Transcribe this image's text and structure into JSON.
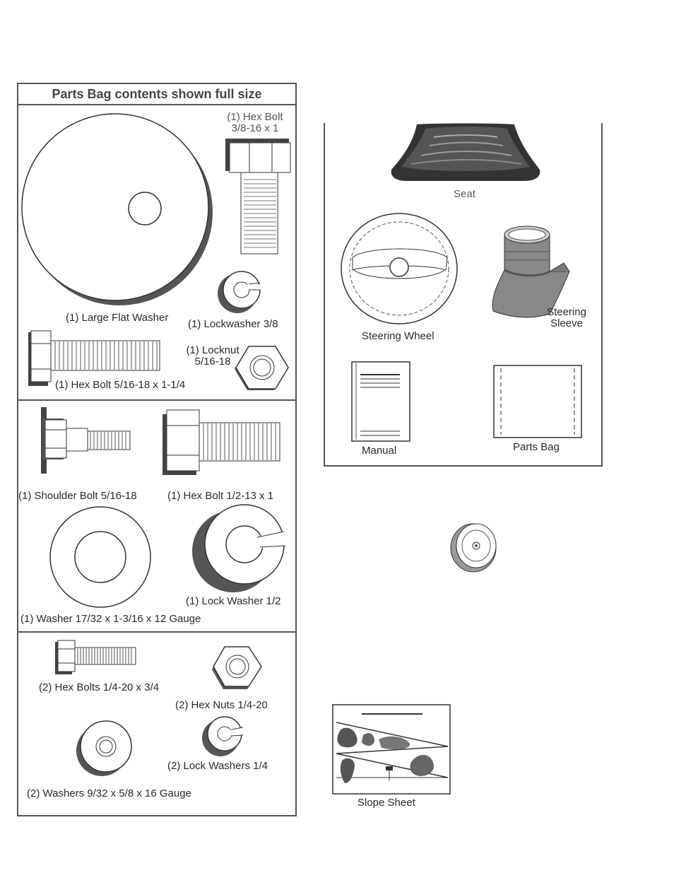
{
  "parts_bag": {
    "title": "Parts Bag contents shown full size",
    "items": [
      {
        "label": "(1) Hex Bolt\n3/8-16 x 1",
        "icon": "hex-bolt-icon"
      },
      {
        "label": "(1) Large Flat Washer",
        "icon": "flat-washer-icon"
      },
      {
        "label": "(1) Lockwasher  3/8",
        "icon": "lockwasher-icon"
      },
      {
        "label": "(1) Locknut\n5/16-18",
        "icon": "locknut-icon"
      },
      {
        "label": "(1) Hex Bolt  5/16-18 x 1-1/4",
        "icon": "hex-bolt-icon"
      },
      {
        "label": "(1) Shoulder Bolt  5/16-18",
        "icon": "shoulder-bolt-icon"
      },
      {
        "label": "(1) Hex Bolt  1/2-13 x 1",
        "icon": "hex-bolt-icon"
      },
      {
        "label": "(1) Lock Washer  1/2",
        "icon": "lockwasher-icon"
      },
      {
        "label": "(1) Washer  17/32 x 1-3/16 x 12 Gauge",
        "icon": "washer-icon"
      },
      {
        "label": "(2) Hex Bolts  1/4-20 x 3/4",
        "icon": "hex-bolt-icon"
      },
      {
        "label": "(2) Hex Nuts  1/4-20",
        "icon": "hex-nut-icon"
      },
      {
        "label": "(2) Lock Washers  1/4",
        "icon": "lockwasher-icon"
      },
      {
        "label": "(2) Washers  9/32  x 5/8 x 16 Gauge",
        "icon": "washer-icon"
      }
    ]
  },
  "loose_parts": {
    "items": [
      {
        "label": "Seat",
        "icon": "seat-icon"
      },
      {
        "label": "Steering Wheel",
        "icon": "steering-wheel-icon"
      },
      {
        "label": "Steering\nSleeve",
        "icon": "steering-sleeve-icon"
      },
      {
        "label": "Manual",
        "icon": "manual-icon"
      },
      {
        "label": "Parts Bag",
        "icon": "parts-bag-icon"
      }
    ]
  },
  "cap_icon": "steering-wheel-cap-icon",
  "slope_sheet": {
    "label": "Slope Sheet",
    "icon": "slope-sheet-icon"
  }
}
